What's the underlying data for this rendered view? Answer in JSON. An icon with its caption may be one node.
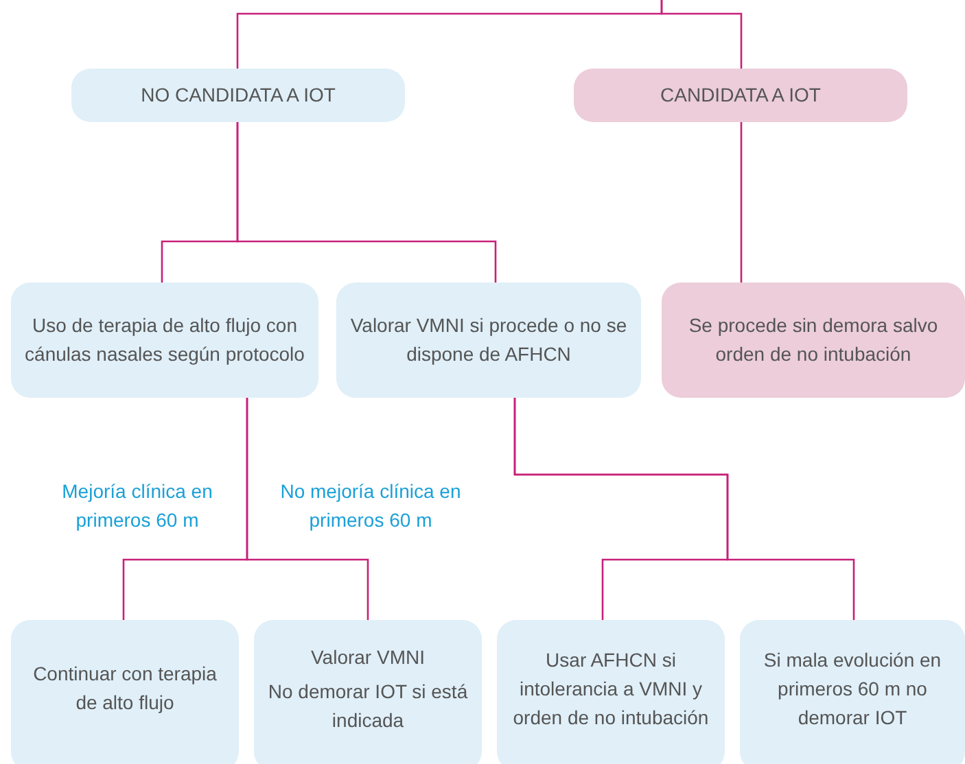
{
  "diagram": {
    "nodes": [
      {
        "text": [
          "NO CANDIDATA A IOT"
        ]
      },
      {
        "text": [
          "CANDIDATA A IOT"
        ]
      },
      {
        "text": [
          "Uso de terapia de alto flujo con cánulas nasales según protocolo"
        ]
      },
      {
        "text": [
          "Valorar VMNI si procede o no se dispone de AFHCN"
        ]
      },
      {
        "text": [
          "Se procede sin demora salvo orden de no intubación"
        ]
      },
      {
        "text": [
          "Continuar con terapia de alto flujo"
        ]
      },
      {
        "text": [
          "Valorar VMNI",
          "No demorar IOT si está indicada"
        ]
      },
      {
        "text": [
          "Usar AFHCN si intolerancia a VMNI y orden de no intubación"
        ]
      },
      {
        "text": [
          "Si mala evolución en primeros 60 m no demorar IOT"
        ]
      }
    ],
    "edges": [
      {
        "from": null,
        "to": 0,
        "arrow": "none"
      },
      {
        "from": null,
        "to": 1,
        "arrow": "none"
      },
      {
        "from": 0,
        "to": 2,
        "arrow": "none"
      },
      {
        "from": 0,
        "to": 3,
        "arrow": "none"
      },
      {
        "from": 1,
        "to": 4,
        "arrow": "none"
      },
      {
        "from": 2,
        "to": 5,
        "arrow": "none",
        "label": "Mejoría clínica en primeros 60 m"
      },
      {
        "from": 2,
        "to": 6,
        "arrow": "none",
        "label": "No mejoría clínica en primeros 60 m"
      },
      {
        "from": 3,
        "to": 7,
        "arrow": "none"
      },
      {
        "from": 3,
        "to": 8,
        "arrow": "none"
      }
    ]
  }
}
